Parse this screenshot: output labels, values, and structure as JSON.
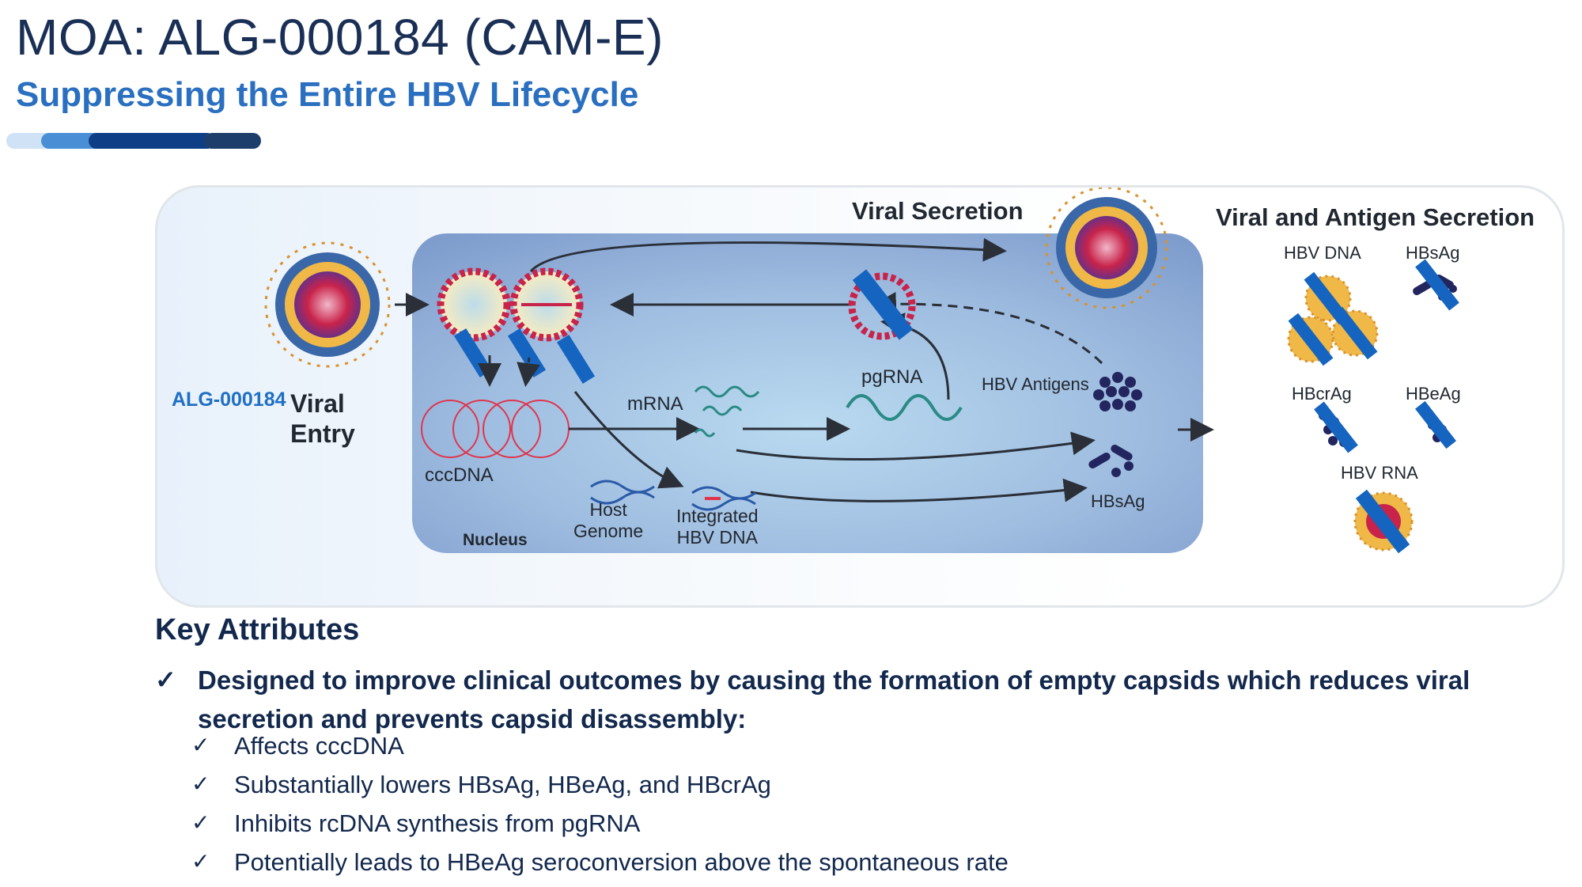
{
  "header": {
    "title": "MOA: ALG-000184 (CAM-E)",
    "subtitle": "Suppressing the Entire HBV Lifecycle"
  },
  "colors": {
    "title": "#1a2f55",
    "subtitle": "#2a6fc0",
    "drug_label": "#1f6fc5",
    "inhibitor_bar": "#1565c0",
    "capsid": "#c8234a",
    "antigen": "#23265e",
    "nucleus": "#8fb0d6",
    "progress_segments": [
      "#cfe2f6",
      "#4a8fd6",
      "#0e3f86",
      "#1d3e6b"
    ]
  },
  "diagram": {
    "drug_label": "ALG-000184",
    "viral_entry": "Viral\nEntry",
    "viral_secretion": "Viral Secretion",
    "viral_antigen_secretion": "Viral and Antigen Secretion",
    "nucleus": "Nucleus",
    "cccdna": "cccDNA",
    "mrna": "mRNA",
    "pgrna": "pgRNA",
    "host_genome": "Host\nGenome",
    "integrated_hbv_dna": "Integrated\nHBV DNA",
    "hbv_antigens": "HBV Antigens",
    "hbsag_inner": "HBsAg",
    "secretion_items": {
      "hbv_dna": "HBV DNA",
      "hbsag": "HBsAg",
      "hbcrag": "HBcrAg",
      "hbeag": "HBeAg",
      "hbv_rna": "HBV RNA"
    },
    "icons": [
      "virion-icon",
      "capsid-icon",
      "inhibitor-bar-icon",
      "antigen-cluster-icon",
      "dna-helix-icon",
      "rna-wave-icon"
    ]
  },
  "key_attributes": {
    "title": "Key Attributes",
    "check": "✓",
    "main": "Designed to improve clinical outcomes by causing the formation of empty capsids which reduces viral secretion and prevents capsid disassembly:",
    "items": [
      "Affects cccDNA",
      "Substantially lowers HBsAg, HBeAg, and HBcrAg",
      "Inhibits rcDNA synthesis from pgRNA",
      "Potentially leads to HBeAg seroconversion above the spontaneous rate"
    ]
  }
}
